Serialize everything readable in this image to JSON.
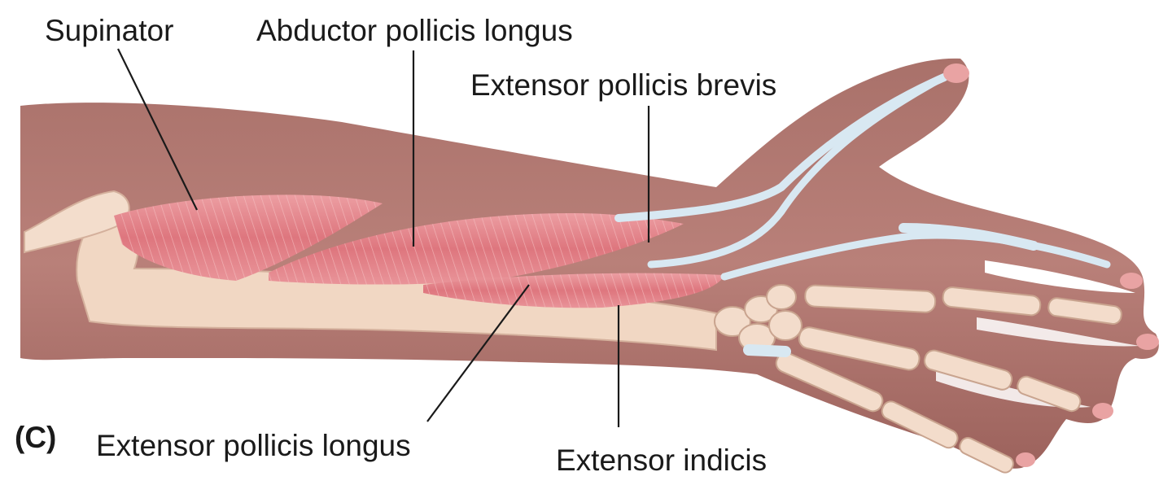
{
  "figure": {
    "panel_label": "(C)",
    "labels": {
      "supinator": "Supinator",
      "abductor_pollicis_longus": "Abductor pollicis longus",
      "extensor_pollicis_brevis": "Extensor pollicis brevis",
      "extensor_pollicis_longus": "Extensor pollicis longus",
      "extensor_indicis": "Extensor indicis"
    },
    "colors": {
      "skin": "#b37a72",
      "skin_dark": "#9a5e58",
      "muscle": "#e0848a",
      "muscle_light": "#f0b0b2",
      "bone": "#f2d9c6",
      "tendon": "#d6e6f0",
      "nail": "#e8a0a0"
    }
  }
}
